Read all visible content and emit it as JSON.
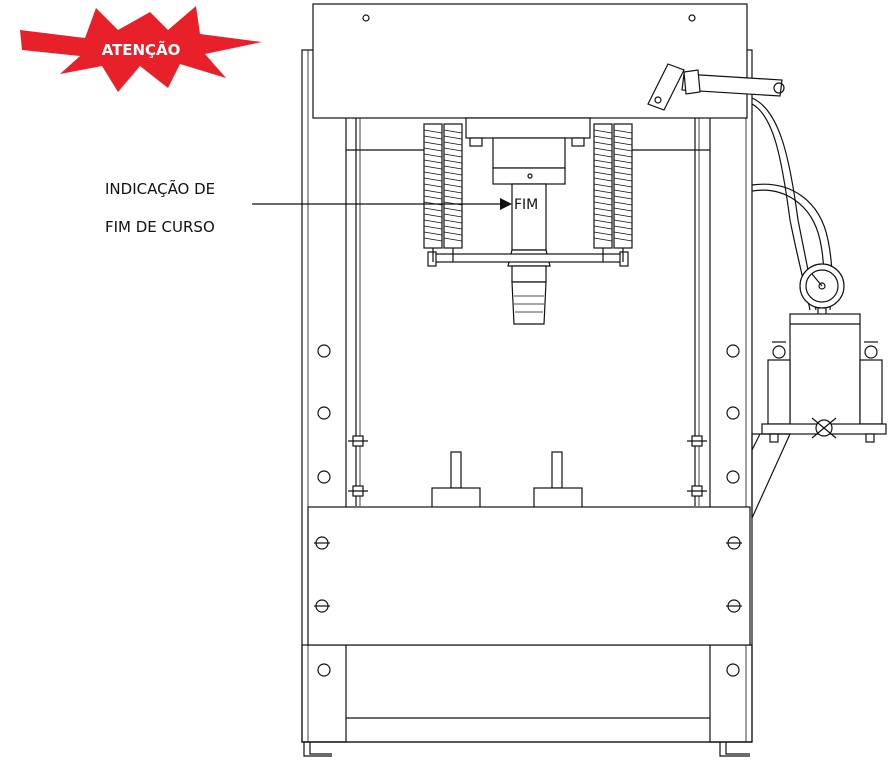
{
  "warning": {
    "label": "ATENÇÃO",
    "color": "#e8202a"
  },
  "callout": {
    "line1": "INDICAÇÃO DE",
    "line2": "FIM DE CURSO",
    "marker": "FIM"
  }
}
